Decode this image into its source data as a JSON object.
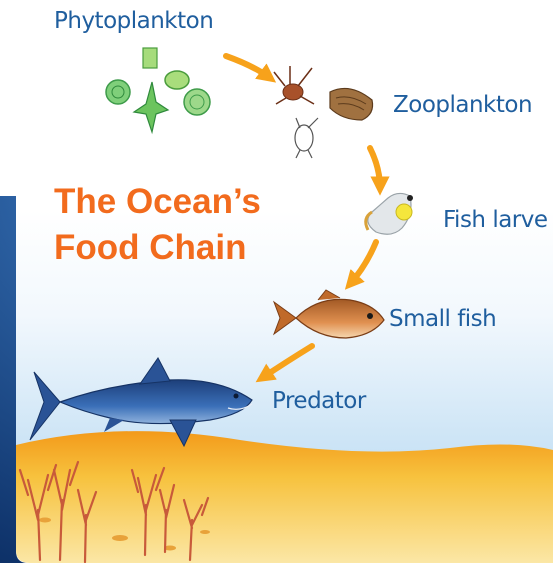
{
  "title": {
    "line1": "The Ocean’s",
    "line2": "Food Chain"
  },
  "chain": [
    {
      "label": "Phytoplankton"
    },
    {
      "label": "Zooplankton"
    },
    {
      "label": "Fish larve"
    },
    {
      "label": "Small fish"
    },
    {
      "label": "Predator"
    }
  ],
  "colors": {
    "title": "#f26b1d",
    "label": "#1f5e9e",
    "arrow": "#f7a21b",
    "sand": "#f6b62c",
    "water": "#cfe6f7",
    "shark": "#2f5fa6",
    "coral": "#c85a3a"
  }
}
